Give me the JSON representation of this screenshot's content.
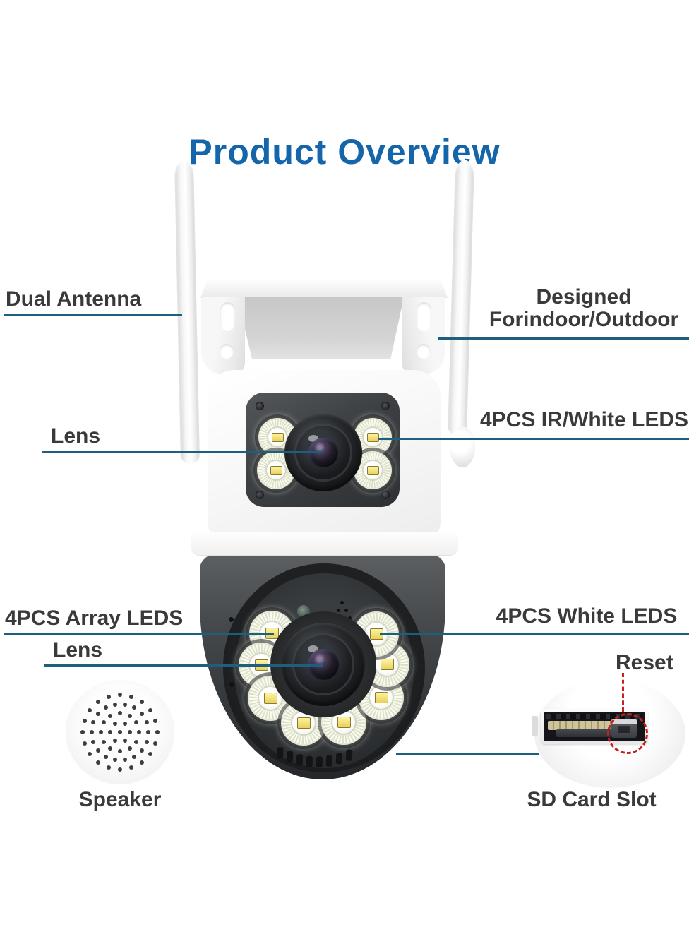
{
  "title": "Product Overview",
  "colors": {
    "title": "#1565ab",
    "label": "#3a3a3a",
    "line": "#1f5f7e",
    "reset_red": "#c8201f"
  },
  "callouts": {
    "dual_antenna": "Dual Antenna",
    "designed_line1": "Designed",
    "designed_line2": "Forindoor/Outdoor",
    "lens_top": "Lens",
    "ir_white_leds": "4PCS IR/White LEDS",
    "array_leds": "4PCS Array LEDS",
    "lens_bottom": "Lens",
    "white_leds": "4PCS White LEDS",
    "reset": "Reset",
    "speaker": "Speaker",
    "sd_card_slot": "SD Card Slot"
  }
}
